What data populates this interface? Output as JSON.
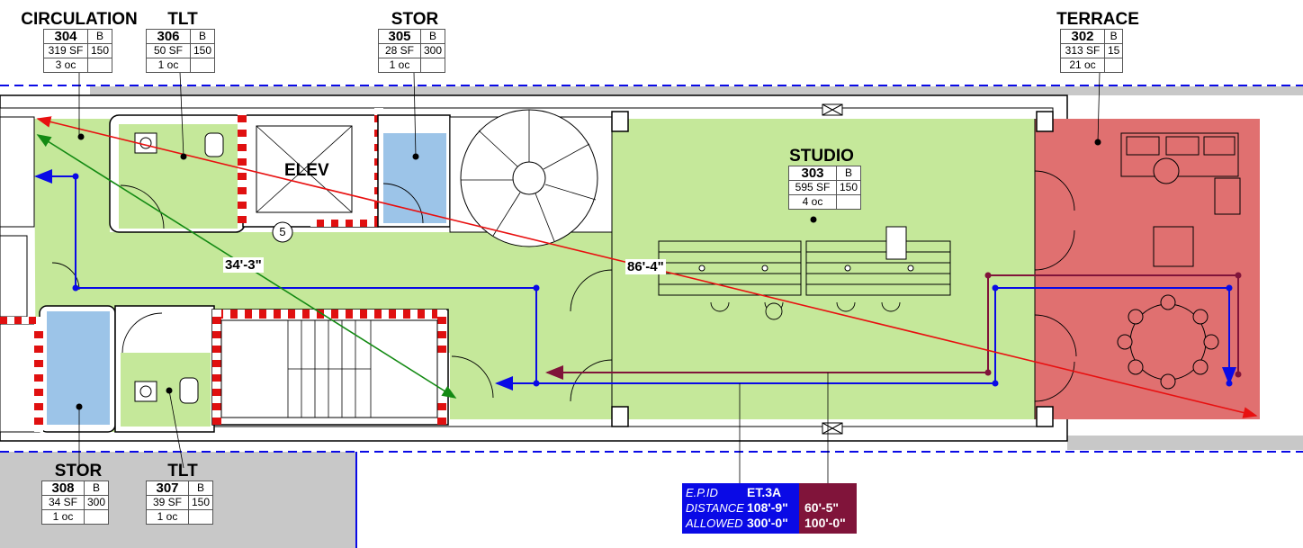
{
  "rooms": {
    "circulation": {
      "name": "CIRCULATION",
      "number": "304",
      "code": "B",
      "area": "319 SF",
      "factor": "150",
      "occupants": "3 oc"
    },
    "tlt306": {
      "name": "TLT",
      "number": "306",
      "code": "B",
      "area": "50 SF",
      "factor": "150",
      "occupants": "1 oc"
    },
    "stor305": {
      "name": "STOR",
      "number": "305",
      "code": "B",
      "area": "28 SF",
      "factor": "300",
      "occupants": "1 oc"
    },
    "terrace": {
      "name": "TERRACE",
      "number": "302",
      "code": "B",
      "area": "313 SF",
      "factor": "15",
      "occupants": "21 oc"
    },
    "studio": {
      "name": "STUDIO",
      "number": "303",
      "code": "B",
      "area": "595 SF",
      "factor": "150",
      "occupants": "4 oc"
    },
    "stor308": {
      "name": "STOR",
      "number": "308",
      "code": "B",
      "area": "34 SF",
      "factor": "300",
      "occupants": "1 oc"
    },
    "tlt307": {
      "name": "TLT",
      "number": "307",
      "code": "B",
      "area": "39 SF",
      "factor": "150",
      "occupants": "1 oc"
    }
  },
  "labels": {
    "elev": "ELEV",
    "marker": "5",
    "dim_green": "34'-3\"",
    "dim_red": "86'-4\""
  },
  "egress": {
    "ep_id_label": "E.P.ID",
    "ep_id": "ET.3A",
    "distance_label": "DISTANCE",
    "distance_blue": "108'-9\"",
    "distance_maroon": "60'-5\"",
    "allowed_label": "ALLOWED",
    "allowed_blue": "300'-0\"",
    "allowed_maroon": "100'-0\""
  },
  "colors": {
    "green_area": "#c5e89a",
    "blue_area": "#9cc4e8",
    "red_area": "#e07070",
    "gray_area": "#c8c8c8",
    "egress_blue": "#0a0ae6",
    "egress_maroon": "#80143a",
    "egress_red": "#e81010",
    "egress_green": "#138a13"
  }
}
